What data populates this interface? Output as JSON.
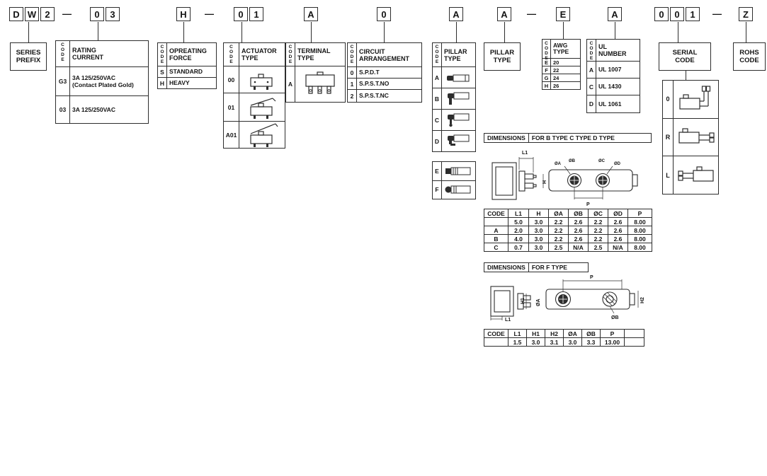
{
  "codes": {
    "separator": "—",
    "series": [
      "D",
      "W",
      "2"
    ],
    "rating": [
      "0",
      "3"
    ],
    "force": [
      "H"
    ],
    "actuator": [
      "0",
      "1"
    ],
    "terminal": [
      "A"
    ],
    "circuit": [
      "0"
    ],
    "pillar": [
      "A"
    ],
    "pillar_type": [
      "A"
    ],
    "awg": [
      "E"
    ],
    "ul": [
      "A"
    ],
    "serial": [
      "0",
      "0",
      "1"
    ],
    "rohs": [
      "Z"
    ]
  },
  "series_prefix": {
    "line1": "SERIES",
    "line2": "PREFIX"
  },
  "rating_current": {
    "code_label": "CODE",
    "title_line1": "RATING",
    "title_line2": "CURRENT",
    "rows": [
      {
        "code": "G3",
        "value_line1": "3A 125/250VAC",
        "value_line2": "(Contact Plated Gold)"
      },
      {
        "code": "03",
        "value_line1": "3A 125/250VAC",
        "value_line2": ""
      }
    ]
  },
  "operating_force": {
    "code_label": "CODE",
    "title_line1": "OPREATING",
    "title_line2": "FORCE",
    "rows": [
      {
        "code": "S",
        "value": "STANDARD"
      },
      {
        "code": "H",
        "value": "HEAVY"
      }
    ]
  },
  "actuator_type": {
    "code_label": "CODE",
    "title_line1": "ACTUATOR",
    "title_line2": "TYPE",
    "rows": [
      {
        "code": "00",
        "icon": "pin-plunger-actuator-icon"
      },
      {
        "code": "01",
        "icon": "hinge-lever-actuator-icon"
      },
      {
        "code": "A01",
        "icon": "long-hinge-lever-actuator-icon"
      }
    ]
  },
  "terminal_type": {
    "code_label": "CODE",
    "title_line1": "TERMINAL",
    "title_line2": "TYPE",
    "rows": [
      {
        "code": "A",
        "icon": "solder-terminal-switch-icon"
      }
    ]
  },
  "circuit_arrangement": {
    "code_label": "CODE",
    "title_line1": "CIRCUIT",
    "title_line2": "ARRANGEMENT",
    "rows": [
      {
        "code": "0",
        "value": "S.P.D.T"
      },
      {
        "code": "1",
        "value": "S.P.S.T.NO"
      },
      {
        "code": "2",
        "value": "S.P.S.T.NC"
      }
    ]
  },
  "pillar_type": {
    "code_label": "CODE",
    "title_line1": "PILLAR",
    "title_line2": "TYPE",
    "rows": [
      {
        "code": "A",
        "icon": "pillar-a-icon"
      },
      {
        "code": "B",
        "icon": "pillar-b-icon"
      },
      {
        "code": "C",
        "icon": "pillar-c-icon"
      },
      {
        "code": "D",
        "icon": "pillar-d-icon"
      }
    ],
    "extra_rows": [
      {
        "code": "E",
        "icon": "pillar-e-icon"
      },
      {
        "code": "F",
        "icon": "pillar-f-icon"
      }
    ]
  },
  "pillar_type_label": {
    "line1": "PILLAR",
    "line2": "TYPE"
  },
  "awg_type": {
    "code_label": "CODE",
    "title_line1": "AWG",
    "title_line2": "TYPE",
    "rows": [
      {
        "code": "E",
        "value": "20"
      },
      {
        "code": "F",
        "value": "22"
      },
      {
        "code": "G",
        "value": "24"
      },
      {
        "code": "H",
        "value": "26"
      }
    ]
  },
  "ul_number": {
    "code_label": "CODE",
    "title_line1": "UL",
    "title_line2": "NUMBER",
    "rows": [
      {
        "code": "A",
        "value": "UL 1007"
      },
      {
        "code": "C",
        "value": "UL 1430"
      },
      {
        "code": "D",
        "value": "UL 1061"
      }
    ]
  },
  "serial_code": {
    "line1": "SERIAL",
    "line2": "CODE",
    "variants": [
      {
        "code": "0",
        "icon": "wires-up-switch-icon"
      },
      {
        "code": "R",
        "icon": "wires-right-switch-icon"
      },
      {
        "code": "L",
        "icon": "wires-left-switch-icon"
      }
    ]
  },
  "rohs_code": {
    "line1": "ROHS",
    "line2": "CODE"
  },
  "dimensions_bcd": {
    "title": "DIMENSIONS",
    "subtitle": "FOR B TYPE C TYPE D TYPE",
    "dim_labels": {
      "l1": "L1",
      "h": "H",
      "p": "P",
      "oa": "ØA",
      "ob": "ØB",
      "oc": "ØC",
      "od": "ØD"
    },
    "table": {
      "headers": [
        "CODE",
        "L1",
        "H",
        "ØA",
        "ØB",
        "ØC",
        "ØD",
        "P"
      ],
      "rows": [
        [
          "",
          "5.0",
          "3.0",
          "2.2",
          "2.6",
          "2.2",
          "2.6",
          "8.00"
        ],
        [
          "A",
          "2.0",
          "3.0",
          "2.2",
          "2.6",
          "2.2",
          "2.6",
          "8.00"
        ],
        [
          "B",
          "4.0",
          "3.0",
          "2.2",
          "2.6",
          "2.2",
          "2.6",
          "8.00"
        ],
        [
          "C",
          "0.7",
          "3.0",
          "2.5",
          "N/A",
          "2.5",
          "N/A",
          "8.00"
        ]
      ]
    }
  },
  "dimensions_f": {
    "title": "DIMENSIONS",
    "subtitle": "FOR F TYPE",
    "dim_labels": {
      "p": "P",
      "h1": "H1",
      "h2": "H2",
      "oa": "ØA",
      "ob": "ØB",
      "l1": "L1"
    },
    "table": {
      "headers": [
        "CODE",
        "L1",
        "H1",
        "H2",
        "ØA",
        "ØB",
        "P",
        ""
      ],
      "rows": [
        [
          "",
          "1.5",
          "3.0",
          "3.1",
          "3.0",
          "3.3",
          "13.00",
          ""
        ]
      ]
    }
  }
}
